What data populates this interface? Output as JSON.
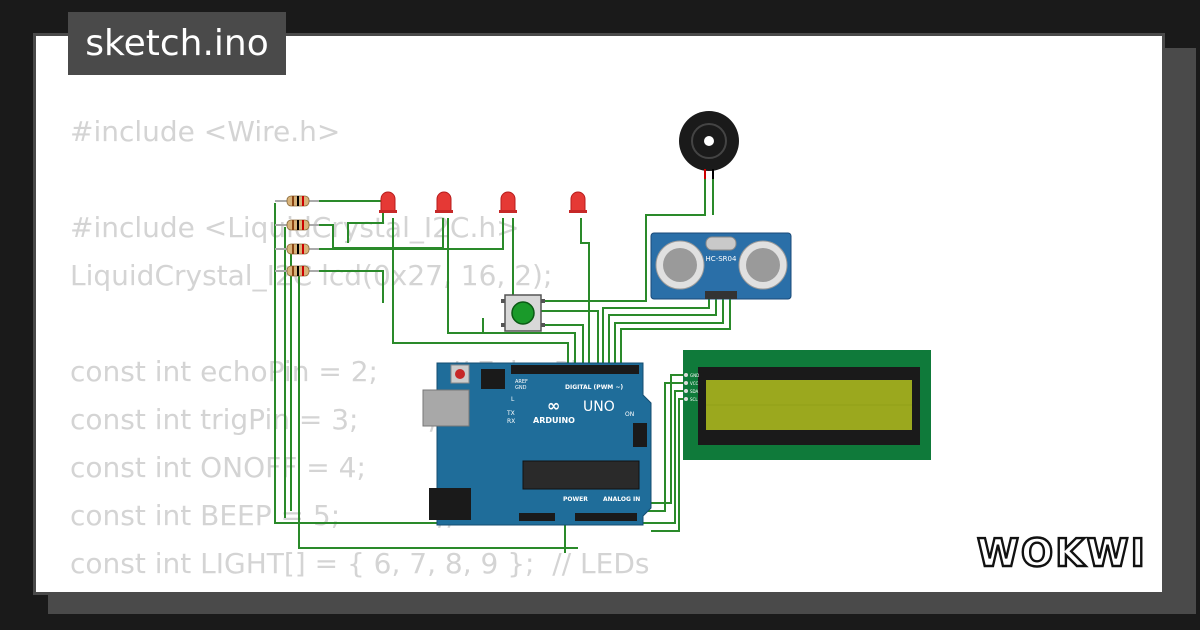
{
  "file": {
    "title": "sketch.ino"
  },
  "code": {
    "lines": [
      "#include <Wire.h>",
      "",
      "#include <LiquidCrystal_I2C.h>",
      "LiquidCrystal_I2C lcd(0x27, 16, 2);",
      "",
      "const int echoPin = 2;        // Echo Pin",
      "const int trigPin = 3;        // Trig Pin",
      "const int ONOFF = 4;          // ON",
      "const int BEEP = 5;           // ",
      "const int LIGHT[] = { 6, 7, 8, 9 };  // LEDs"
    ]
  },
  "board": {
    "brand": "ARDUINO",
    "model": "UNO",
    "digital_label": "DIGITAL (PWM ~)",
    "power_label": "POWER",
    "analog_label": "ANALOG IN",
    "aref_label": "AREF",
    "gnd_label": "GND",
    "on_label": "ON",
    "l_label": "L",
    "tx_label": "TX",
    "rx_label": "RX"
  },
  "sensor": {
    "label": "HC-SR04"
  },
  "lcd": {
    "pins": [
      "GND",
      "VCC",
      "SDA",
      "SCL"
    ]
  },
  "brand": {
    "logo": "WOKWI"
  },
  "colors": {
    "background": "#1a1a1a",
    "frame": "#4a4a4a",
    "board_blue": "#1f6d9a",
    "wire_green": "#2a8a2a",
    "lcd_green": "#0f7a3a",
    "lcd_screen": "#9ba81e",
    "sensor_blue": "#2a6fa8",
    "led_red": "#e53935"
  }
}
